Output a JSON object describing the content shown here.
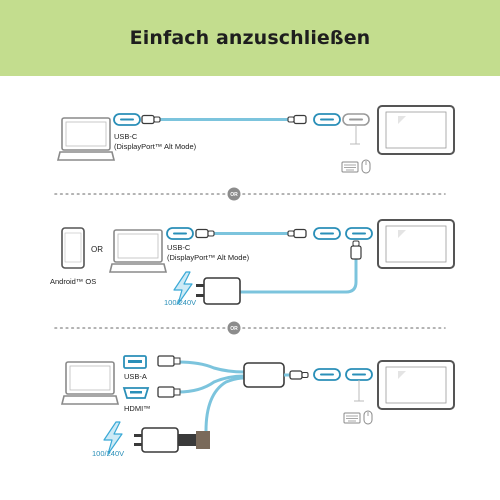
{
  "title": "Einfach anzuschließen",
  "section1": {
    "port_label_line1": "USB-C",
    "port_label_line2": "(DisplayPort™ Alt Mode)"
  },
  "divider_label": "OR",
  "section2": {
    "or_text": "OR",
    "phone_label": "Android™ OS",
    "port_label_line1": "USB-C",
    "port_label_line2": "(DisplayPort™ Alt Mode)",
    "power_label": "100/240V"
  },
  "section3": {
    "usba_label": "USB-A",
    "hdmi_label": "HDMI™",
    "power_label": "100/240V"
  },
  "colors": {
    "banner": "#c3dd8e",
    "cable": "#7cc4dd",
    "port_outline": "#2a8fb8",
    "device": "#8a8a8a",
    "power": "#3aa9d6"
  }
}
